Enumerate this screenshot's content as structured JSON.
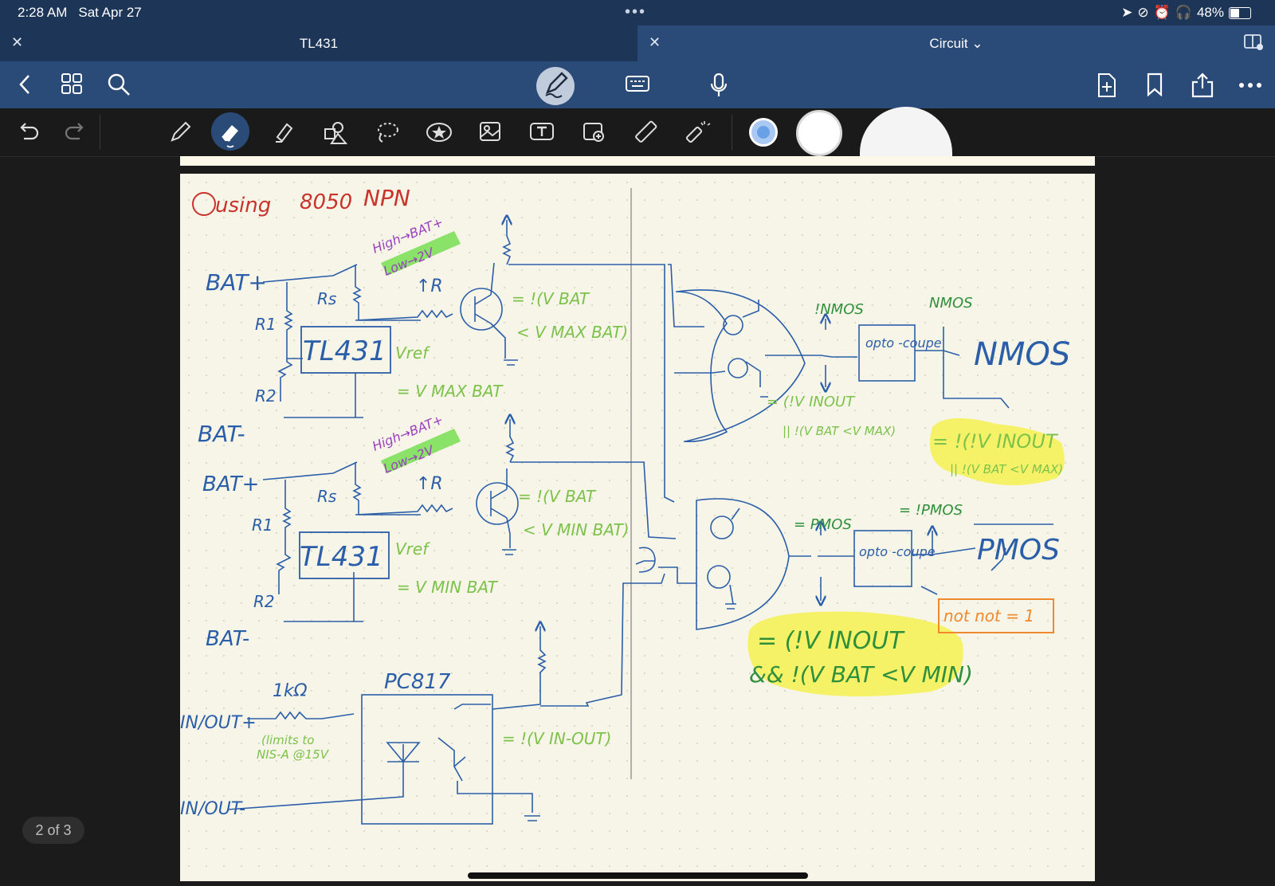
{
  "status_bar": {
    "time": "2:28 AM",
    "date": "Sat Apr 27",
    "battery": "48%",
    "battery_level": 0.48
  },
  "tabs": [
    {
      "title": "TL431"
    },
    {
      "title": "Circuit"
    }
  ],
  "icons": {
    "nav": [
      "back-icon",
      "grid-icon",
      "search-icon",
      "handwriting-pen-icon",
      "keyboard-icon",
      "microphone-icon",
      "add-page-icon",
      "bookmark-icon",
      "share-icon",
      "more-icon"
    ],
    "tools": [
      "undo-icon",
      "redo-icon",
      "pen-icon",
      "eraser-icon",
      "highlighter-icon",
      "shapes-icon",
      "lasso-icon",
      "sticker-icon",
      "image-icon",
      "text-icon",
      "camera-icon",
      "ruler-icon",
      "laser-pointer-icon"
    ]
  },
  "colors": {
    "nav_bg": "#2a4a78",
    "status_bg": "#1d3557",
    "ink_blue": "#2b5ea8",
    "ink_green": "#7cc24a",
    "ink_red": "#c8332b",
    "ink_purple": "#9b3fbf",
    "highlight_yellow": "#f5f25a",
    "highlight_green": "#7de05a"
  },
  "page_indicator": "2 of 3",
  "note": {
    "heading": [
      "using",
      "8050",
      "NPN"
    ],
    "left": {
      "bat_plus_1": "BAT+",
      "bat_minus_1": "BAT-",
      "bat_plus_2": "BAT+",
      "bat_minus_2": "BAT-",
      "r1a": "R1",
      "r2a": "R2",
      "rsa": "Rs",
      "r1b": "R1",
      "r2b": "R2",
      "rsb": "Rs",
      "tl431_a": "TL431",
      "tl431_b": "TL431",
      "hl_a_1": "High→BAT+",
      "hl_a_2": "Low→2V",
      "hl_b_1": "High→BAT+",
      "hl_b_2": "Low→2V",
      "r_a": "↑R",
      "r_b": "↑R",
      "vref_a_1": "Vref",
      "vref_a_2": "= V MAX BAT",
      "vref_b_1": "Vref",
      "vref_b_2": "= V MIN BAT",
      "out_a_1": "= !(V BAT",
      "out_a_2": "< V MAX BAT)",
      "out_b_1": "= !(V BAT",
      "out_b_2": "< V MIN BAT)",
      "res_1k": "1kΩ",
      "pc817": "PC817",
      "in_plus": "IN/OUT+",
      "in_minus": "IN/OUT-",
      "limit_1": "(limits to",
      "limit_2": "NIS-A @15V",
      "out_c": "= !(V IN-OUT)"
    },
    "right": {
      "nmos_not": "!NMOS",
      "nmos_label": "NMOS",
      "nmos_big": "NMOS",
      "opto_a": "opto -coupe",
      "opto_b": "opto -coupe",
      "eq_or_1": "= (!V INOUT",
      "eq_or_2": "|| !(V BAT <V MAX)",
      "hl_or_1": "= !(!V INOUT",
      "hl_or_2": "|| !(V BAT <V MAX)",
      "pmos_eq": "= PMOS",
      "pmos_not": "= !PMOS",
      "pmos_big": "PMOS",
      "not_not": "not not = 1",
      "hl_and_1": "= (!V INOUT",
      "hl_and_2": "&& !(V BAT <V MIN)"
    }
  }
}
